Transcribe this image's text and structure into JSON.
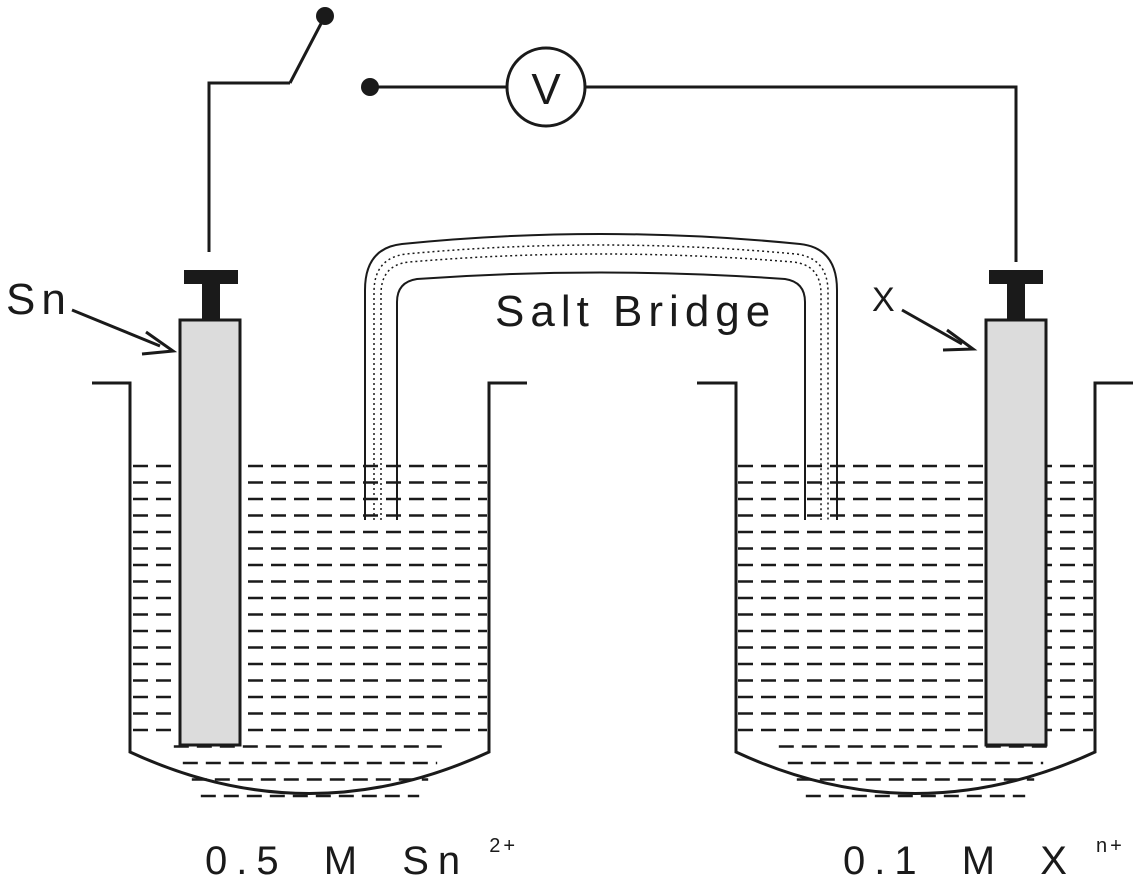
{
  "diagram": {
    "electrode_left_label": "Sn",
    "electrode_right_label": "X",
    "salt_bridge_label": "Salt Bridge",
    "voltmeter_label": "V",
    "left_solution": {
      "conc": "0.5",
      "unit": "M",
      "species": "Sn",
      "charge": "2+"
    },
    "right_solution": {
      "conc": "0.1",
      "unit": "M",
      "species": "X",
      "charge": "n+"
    }
  },
  "colors": {
    "line": "#1a1a1a",
    "electrode_fill": "#dcdcdc",
    "background": "#ffffff"
  }
}
